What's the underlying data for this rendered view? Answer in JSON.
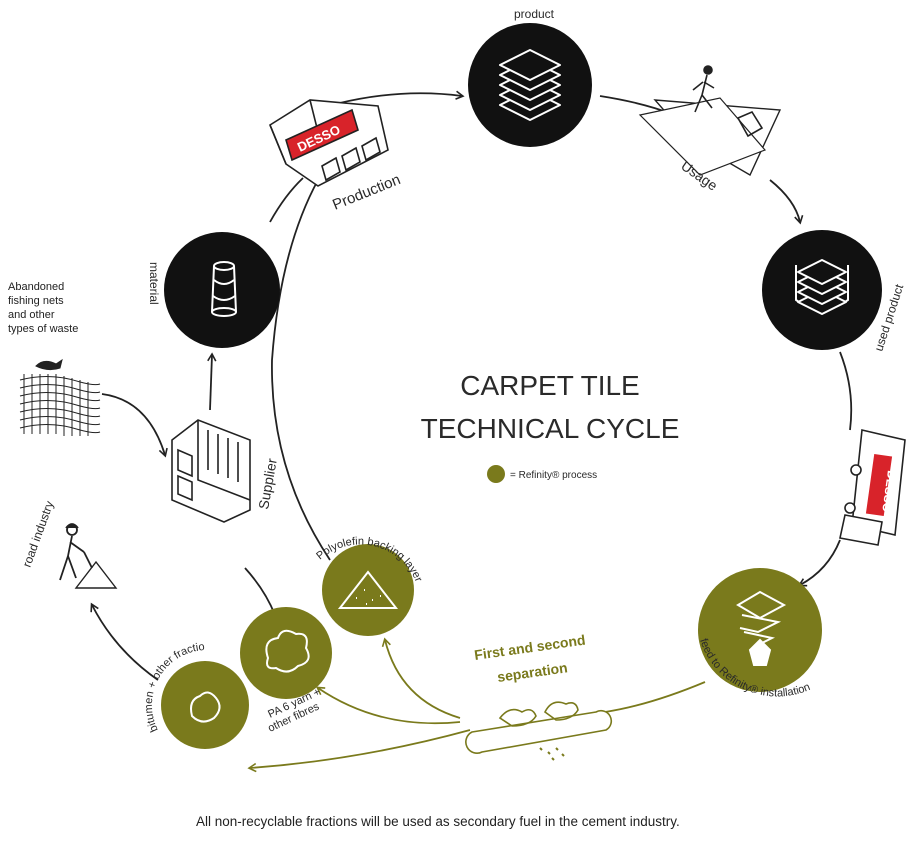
{
  "title": {
    "line1": "CARPET TILE",
    "line2": "TECHNICAL CYCLE"
  },
  "legend": {
    "label": "= Refinity® process",
    "color": "#7a7a1c"
  },
  "stages": {
    "product": "product",
    "usage": "Usage",
    "used_product": "used product",
    "feed": "feed to Refinity® installation",
    "separation_line1": "First and second",
    "separation_line2": "separation",
    "polyolefin": "Polyolefin backing layer",
    "pa6_line1": "PA 6 yarn +",
    "pa6_line2": "other fibres",
    "bitumen": "bitumen + other fractions",
    "road_industry": "road industry",
    "supplier": "Supplier",
    "material": "material",
    "production": "Production"
  },
  "waste_source": [
    "Abandoned",
    "fishing nets",
    "and other",
    "types of waste"
  ],
  "brand": "DESSO",
  "footer": "All non-recyclable fractions will be used as secondary fuel in the cement industry.",
  "colors": {
    "olive": "#7a7a1c",
    "black": "#111111",
    "brand_red": "#d8232a"
  }
}
